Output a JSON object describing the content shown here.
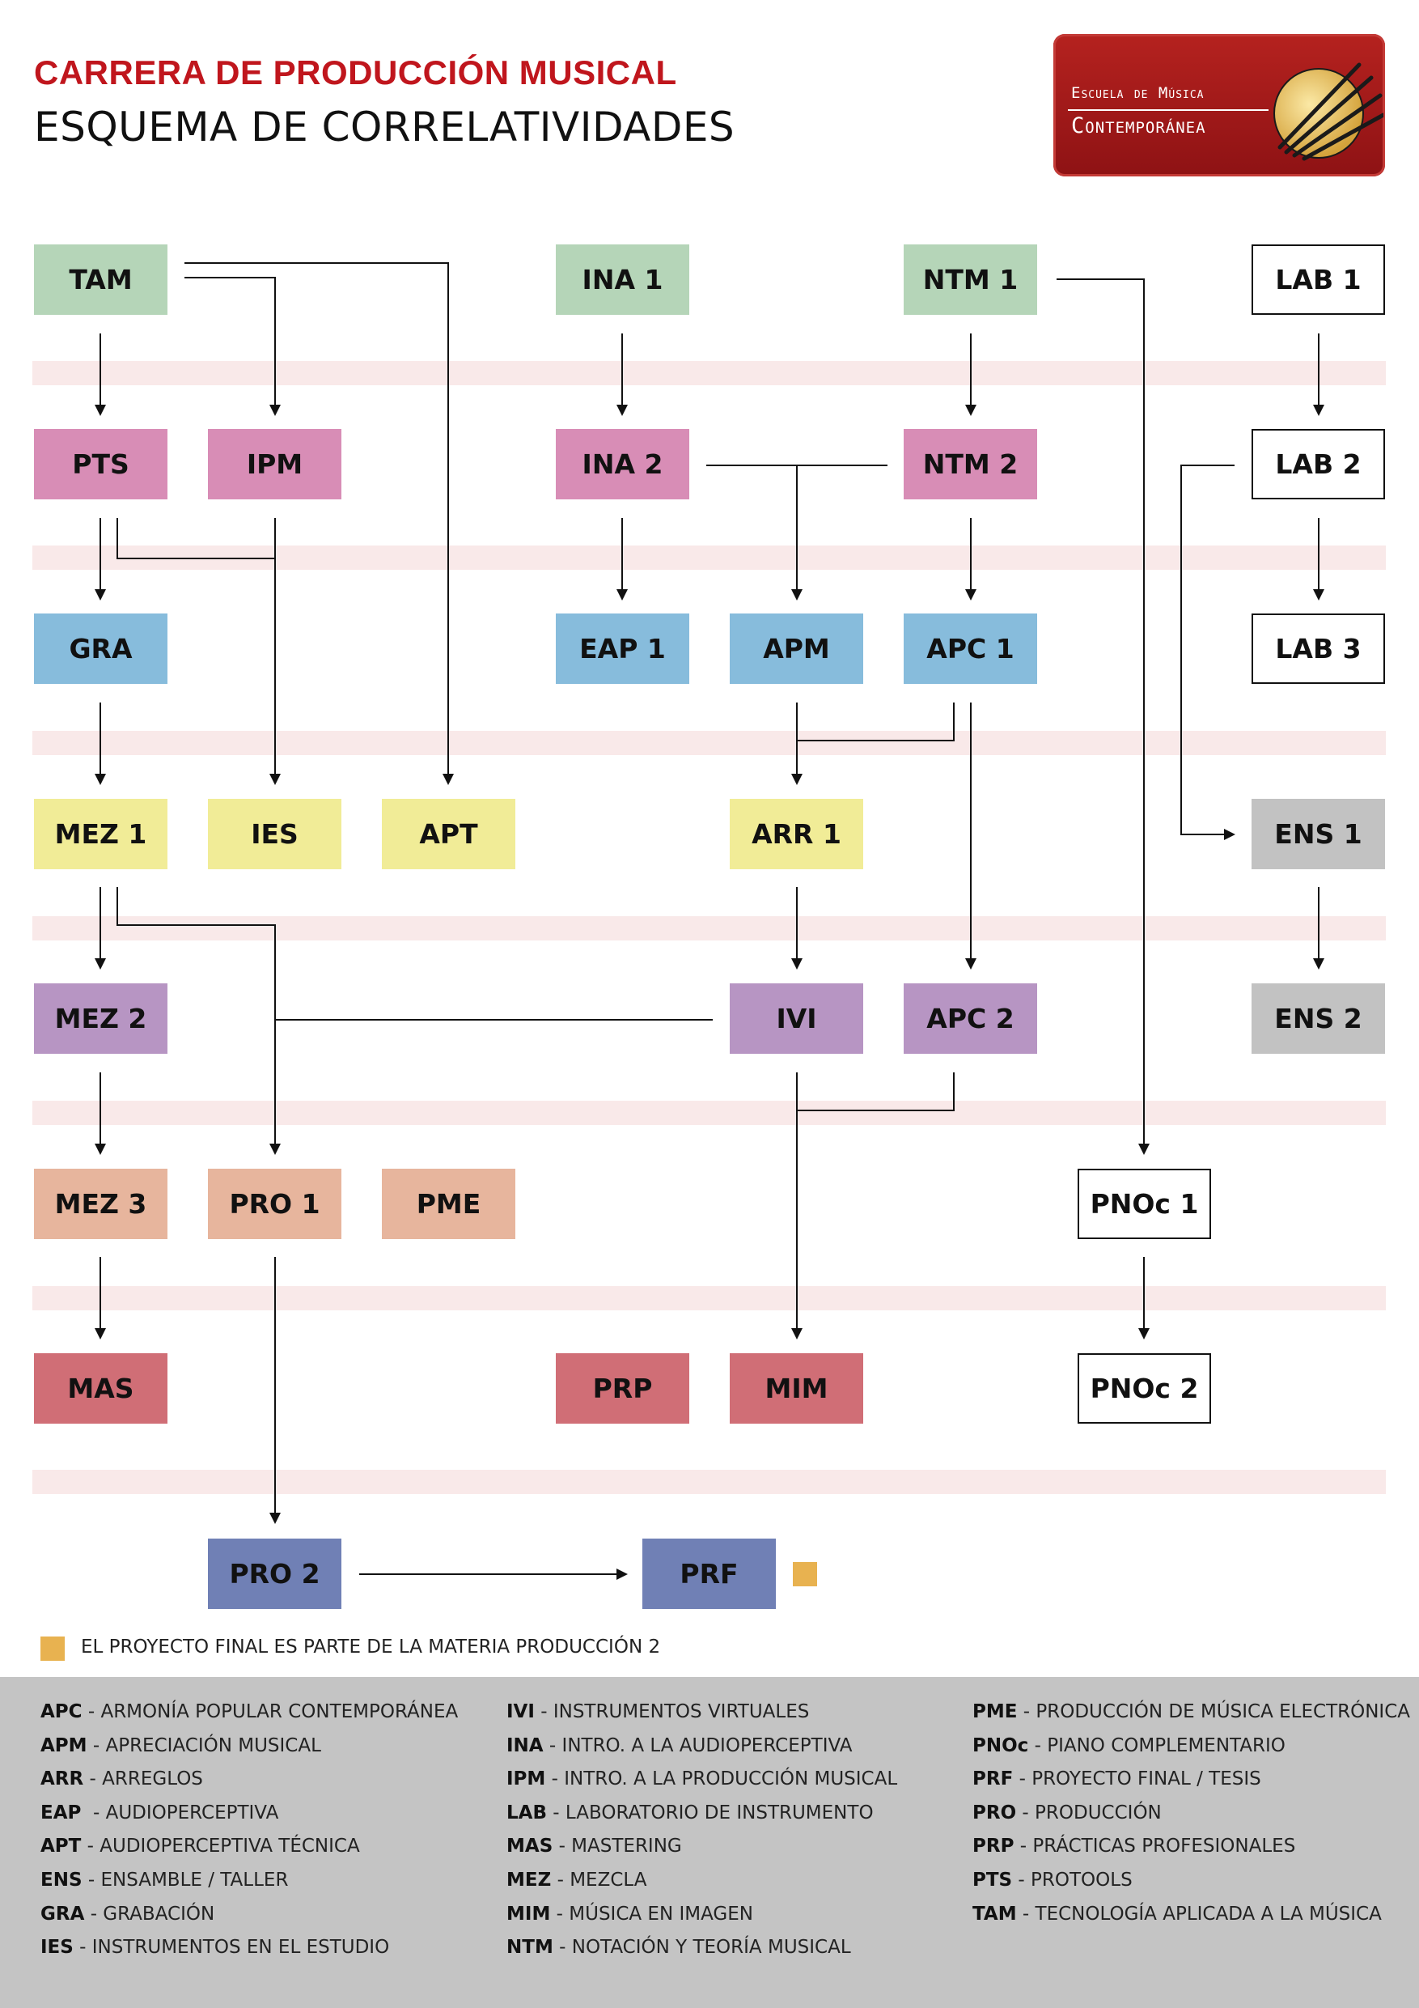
{
  "header": {
    "title": "CARRERA DE PRODUCCIÓN MUSICAL",
    "subtitle": "ESQUEMA DE CORRELATIVIDADES"
  },
  "logo": {
    "line1": "Escuela de Música",
    "line2": "Contemporánea"
  },
  "subjects": {
    "tam": "TAM",
    "ina1": "INA 1",
    "ntm1": "NTM 1",
    "lab1": "LAB 1",
    "pts": "PTS",
    "ipm": "IPM",
    "ina2": "INA 2",
    "ntm2": "NTM 2",
    "lab2": "LAB 2",
    "gra": "GRA",
    "eap1": "EAP 1",
    "apm": "APM",
    "apc1": "APC 1",
    "lab3": "LAB 3",
    "mez1": "MEZ 1",
    "ies": "IES",
    "apt": "APT",
    "arr1": "ARR 1",
    "ens1": "ENS 1",
    "mez2": "MEZ 2",
    "ivi": "IVI",
    "apc2": "APC 2",
    "ens2": "ENS 2",
    "mez3": "MEZ 3",
    "pro1": "PRO 1",
    "pme": "PME",
    "pnoc1": "PNOc 1",
    "mas": "MAS",
    "prp": "PRP",
    "mim": "MIM",
    "pnoc2": "PNOc 2",
    "pro2": "PRO 2",
    "prf": "PRF"
  },
  "colors": {
    "year1": "#b5d5b8",
    "year2": "#d88db6",
    "year3": "#87bcdc",
    "year4": "#f1ec97",
    "year5": "#b795c3",
    "year6": "#e7b59d",
    "year7": "#d06e76",
    "year8": "#7080b5",
    "ensemble": "#c2c2c2",
    "note_marker": "#e8b250"
  },
  "note": "EL PROYECTO FINAL ES PARTE DE LA MATERIA PRODUCCIÓN 2",
  "legend": {
    "col1": [
      {
        "abbr": "APC",
        "desc": " - ARMONÍA POPULAR CONTEMPORÁNEA"
      },
      {
        "abbr": "APM",
        "desc": " - APRECIACIÓN MUSICAL"
      },
      {
        "abbr": "ARR",
        "desc": " - ARREGLOS"
      },
      {
        "abbr": "EAP",
        "desc": "  - AUDIOPERCEPTIVA"
      },
      {
        "abbr": "APT",
        "desc": " - AUDIOPERCEPTIVA TÉCNICA"
      },
      {
        "abbr": "ENS",
        "desc": " - ENSAMBLE / TALLER"
      },
      {
        "abbr": "GRA",
        "desc": " - GRABACIÓN"
      },
      {
        "abbr": "IES",
        "desc": " - INSTRUMENTOS EN EL ESTUDIO"
      }
    ],
    "col2": [
      {
        "abbr": "IVI",
        "desc": " - INSTRUMENTOS VIRTUALES"
      },
      {
        "abbr": "INA",
        "desc": " - INTRO. A LA AUDIOPERCEPTIVA"
      },
      {
        "abbr": "IPM",
        "desc": " - INTRO. A LA PRODUCCIÓN MUSICAL"
      },
      {
        "abbr": "LAB",
        "desc": " - LABORATORIO DE INSTRUMENTO"
      },
      {
        "abbr": "MAS",
        "desc": " - MASTERING"
      },
      {
        "abbr": "MEZ",
        "desc": " - MEZCLA"
      },
      {
        "abbr": "MIM",
        "desc": " - MÚSICA EN IMAGEN"
      },
      {
        "abbr": "NTM",
        "desc": " - NOTACIÓN Y TEORÍA MUSICAL"
      }
    ],
    "col3": [
      {
        "abbr": "PME",
        "desc": " - PRODUCCIÓN DE MÚSICA ELECTRÓNICA"
      },
      {
        "abbr": "PNOc",
        "desc": " - PIANO COMPLEMENTARIO"
      },
      {
        "abbr": "PRF",
        "desc": " - PROYECTO FINAL / TESIS"
      },
      {
        "abbr": "PRO",
        "desc": " - PRODUCCIÓN"
      },
      {
        "abbr": "PRP",
        "desc": " - PRÁCTICAS PROFESIONALES"
      },
      {
        "abbr": "PTS",
        "desc": " - PROTOOLS"
      },
      {
        "abbr": "TAM",
        "desc": " - TECNOLOGÍA APLICADA A LA MÚSICA"
      }
    ]
  }
}
